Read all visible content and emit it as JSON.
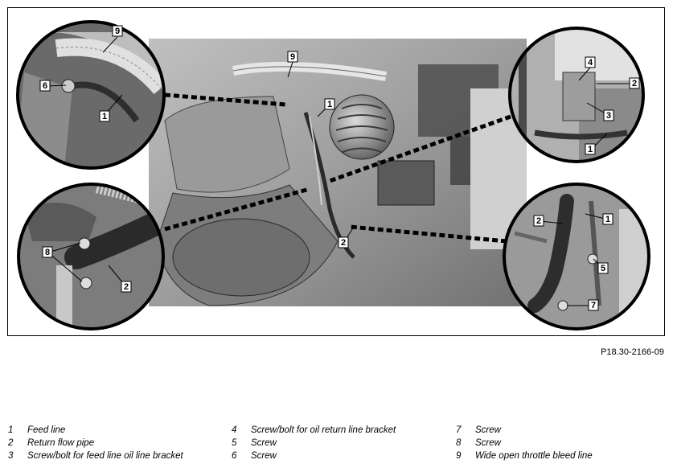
{
  "figure": {
    "code": "P18.30-2166-09",
    "callouts": [
      "9",
      "6",
      "1",
      "1",
      "9",
      "4",
      "2",
      "3",
      "1",
      "8",
      "2",
      "2",
      "1",
      "2",
      "5",
      "7"
    ]
  },
  "legend": {
    "items": [
      {
        "num": "1",
        "text": "Feed line"
      },
      {
        "num": "2",
        "text": "Return flow pipe"
      },
      {
        "num": "3",
        "text": "Screw/bolt for feed line oil line bracket"
      },
      {
        "num": "4",
        "text": "Screw/bolt for oil return line bracket"
      },
      {
        "num": "5",
        "text": "Screw"
      },
      {
        "num": "6",
        "text": "Screw"
      },
      {
        "num": "7",
        "text": "Screw"
      },
      {
        "num": "8",
        "text": "Screw"
      },
      {
        "num": "9",
        "text": "Wide open throttle bleed line"
      }
    ]
  }
}
